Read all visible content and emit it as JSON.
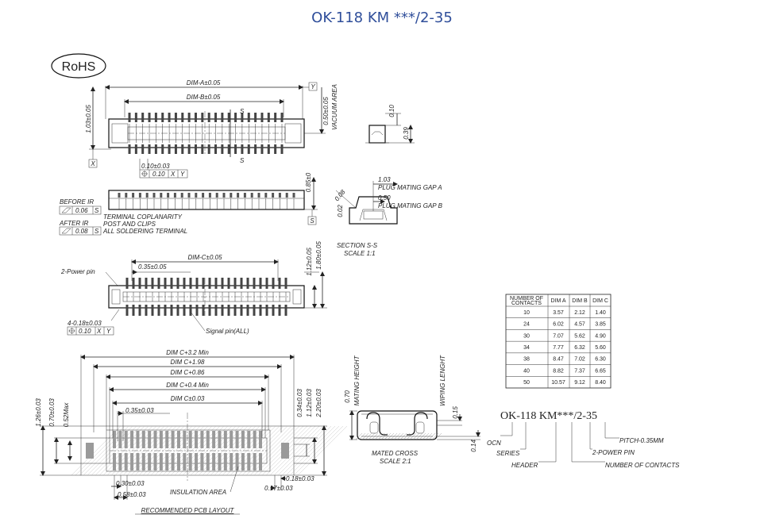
{
  "title": "OK-118 KM ***/2-35",
  "rohs": "RoHS",
  "top_view": {
    "dim_a": "DIM-A±0.05",
    "dim_b": "DIM-B±0.05",
    "height_left": "1.03±0.05",
    "vacuum": "0.50±0.05",
    "vacuum_area": "VACUUM AREA",
    "datum_y": "Y",
    "datum_x": "X",
    "s_mark": "S",
    "pos_tol": "0.10±0.03",
    "gdt_tol": "0.10",
    "gdt_ref_x": "X",
    "gdt_ref_y": "Y"
  },
  "side_view": {
    "before_ir": "BEFORE IR",
    "before_val": "0.06",
    "after_ir": "AFTER IR",
    "after_val": "0.08",
    "s_ref": "S",
    "note1": "TERMINAL COPLANARITY",
    "note2": "POST AND CLIPS",
    "note3": "ALL SOLDERING TERMINAL",
    "height": "0.85±0",
    "datum_s": "S"
  },
  "section": {
    "d010": "0.10",
    "d039": "0.39",
    "d103": "1.03",
    "gap_a": "PLUG MATING GAP A",
    "d050": "0.50",
    "gap_b": "PLUG MATING GAP B",
    "d002": "0.02",
    "d008": "0.08",
    "title": "SECTION S-S",
    "scale": "SCALE 1:1"
  },
  "bottom_view": {
    "dim_c": "DIM-C±0.05",
    "pitch": "0.35±0.05",
    "power_pin": "2-Power pin",
    "signal_pin": "Signal pin(ALL)",
    "d112": "1.12±0.05",
    "d180": "1.80±0.05",
    "d4": "4-0.18±0.03",
    "gdt_tol": "0.10",
    "gdt_ref_x": "X",
    "gdt_ref_y": "Y"
  },
  "table": {
    "headers": [
      "NUMBER OF CONTACTS",
      "DIM A",
      "DIM B",
      "DIM C"
    ],
    "rows": [
      [
        "10",
        "3.57",
        "2.12",
        "1.40"
      ],
      [
        "24",
        "6.02",
        "4.57",
        "3.85"
      ],
      [
        "30",
        "7.07",
        "5.62",
        "4.90"
      ],
      [
        "34",
        "7.77",
        "6.32",
        "5.60"
      ],
      [
        "38",
        "8.47",
        "7.02",
        "6.30"
      ],
      [
        "40",
        "8.82",
        "7.37",
        "6.65"
      ],
      [
        "50",
        "10.57",
        "9.12",
        "8.40"
      ]
    ]
  },
  "pcb": {
    "c32": "DIM C+3.2 Min",
    "c198": "DIM C+1.98",
    "c086": "DIM C+0.86",
    "c04": "DIM C+0.4 Min",
    "c003": "DIM C±0.03",
    "pitch": "0.35±0.03",
    "h126": "1.26±0.03",
    "h070": "0.70±0.03",
    "h052": "0.52Max",
    "h034": "0.34±0.03",
    "h112": "1.12±0.03",
    "h220": "2.20±0.03",
    "b030": "0.30±0.03",
    "b058": "0.58±0.03",
    "b018": "0.18±0.03",
    "b017": "0.17±0.03",
    "insulation": "INSULATION AREA",
    "caption": "RECOMMENDED PCB LAYOUT"
  },
  "mated": {
    "mating_height": "MATING HEIGHT",
    "h070": "0.70",
    "wiping": "WIPING LENGHT",
    "w015": "0.15",
    "w014": "0.14",
    "title": "MATED CROSS",
    "scale": "SCALE 2:1"
  },
  "part_number": {
    "code": "OK-118 KM***/2-35",
    "ocn": "OCN",
    "series": "SERIES",
    "header": "HEADER",
    "contacts": "NUMBER OF CONTACTS",
    "power": "2-POWER PIN",
    "pitch": "PITCH-0.35MM"
  }
}
